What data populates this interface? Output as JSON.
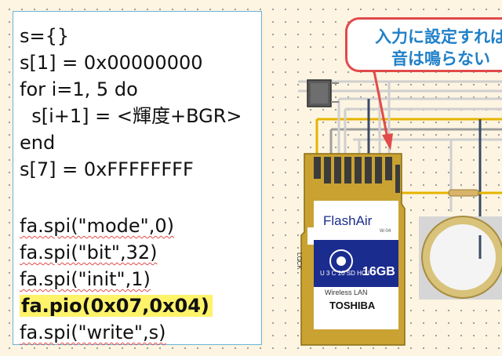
{
  "code": {
    "lines": [
      "s={}",
      "s[1] = 0x00000000",
      "for i=1, 5 do",
      "  s[i+1] = <輝度+BGR>",
      "end",
      "s[7] = 0xFFFFFFFF",
      "",
      "fa.spi(\"mode\",0)",
      "fa.spi(\"bit\",32)",
      "fa.spi(\"init\",1)",
      "fa.pio(0x07,0x04)",
      "fa.spi(\"write\",s)"
    ]
  },
  "callout": {
    "line1": "入力に設定すれば",
    "line2": "音は鳴らない"
  },
  "sd_card": {
    "brand": "FlashAir",
    "model": "W-04",
    "capacity": "16GB",
    "class_marks": "U 3 C 10 SD HC I",
    "wireless": "Wireless LAN",
    "maker": "TOSHIBA",
    "lock": "LOCK"
  },
  "colors": {
    "accent_red": "#e24a4a",
    "callout_text": "#2080c8",
    "highlight": "#fff36a",
    "wire_yellow": "#e6b400",
    "card_blue": "#1b2c8f"
  }
}
